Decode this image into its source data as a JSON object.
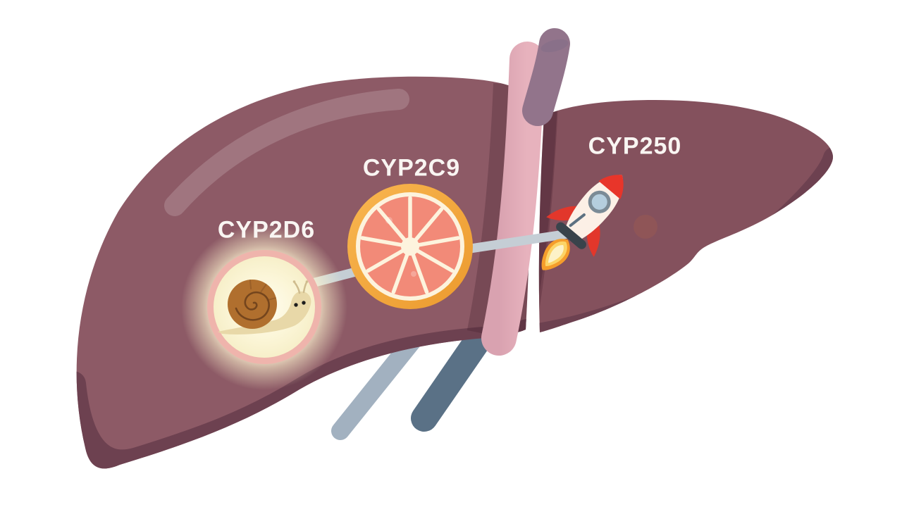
{
  "diagram": {
    "subject": "liver-enzyme-speed-illustration",
    "background": "#ffffff",
    "labels": [
      {
        "text": "CYP2D6",
        "icon": "snail"
      },
      {
        "text": "CYP2C9",
        "icon": "grapefruit"
      },
      {
        "text": "CYP250",
        "icon": "rocket"
      }
    ],
    "colors": {
      "liver_left": "#8d5a66",
      "liver_right": "#84515d",
      "liver_shadow": "#6d4150",
      "ligament_pink": "#e2acb8",
      "ligament_pink_deep": "#d9a2b0",
      "vena_cava": "#92748b",
      "vessel_light": "#a2b1c0",
      "vessel_dark": "#5a7186",
      "connector": "#c5ced5",
      "label_text": "#f9f5f2",
      "snail_ring": "#efb4ac",
      "snail_bg": "#faf3cf",
      "snail_shell": "#b06f2e",
      "snail_body": "#e8d8a8",
      "grapefruit_rind": "#f2a53c",
      "grapefruit_pith": "#fdf3dd",
      "grapefruit_flesh": "#f28a78",
      "rocket_body": "#fcf0e6",
      "rocket_red": "#e8352a",
      "rocket_band": "#39434b",
      "rocket_window": "#b5cede",
      "flame_orange": "#f59d2b",
      "flame_yellow": "#fcd467",
      "flame_core": "#fdf2c8",
      "blush": "#9a5a52"
    }
  }
}
